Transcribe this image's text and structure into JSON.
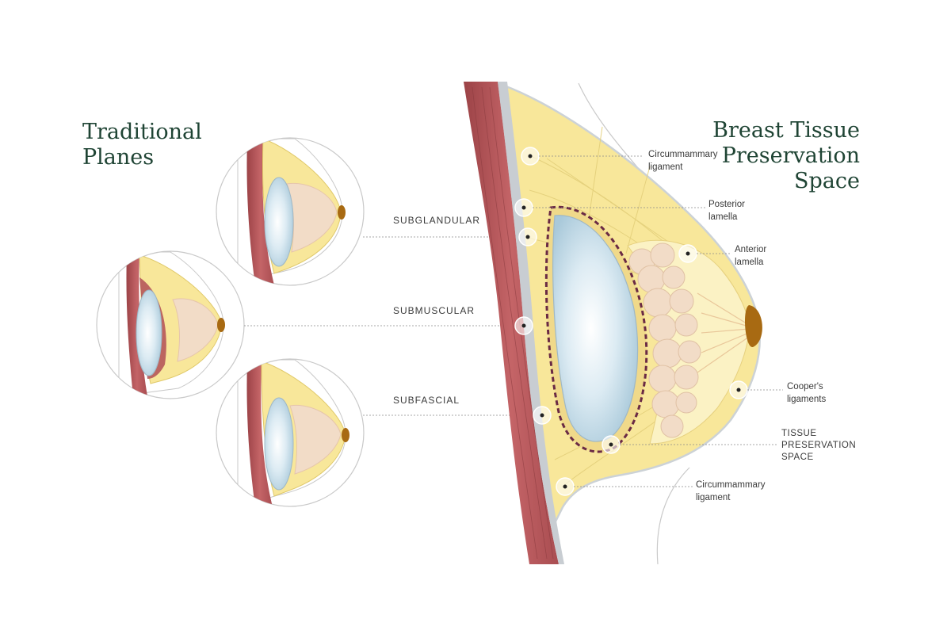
{
  "titles": {
    "left": [
      "Traditional",
      "Planes"
    ],
    "right": [
      "Breast Tissue",
      "Preservation",
      "Space"
    ]
  },
  "plane_labels": {
    "subglandular": "SUBGLANDULAR",
    "submuscular": "SUBMUSCULAR",
    "subfascial": "SUBFASCIAL"
  },
  "callouts": {
    "circummammary_top": [
      "Circummammary",
      "ligament"
    ],
    "posterior_lamella": [
      "Posterior",
      "lamella"
    ],
    "anterior_lamella": [
      "Anterior",
      "lamella"
    ],
    "coopers_ligaments": [
      "Cooper's",
      "ligaments"
    ],
    "tissue_preservation_space": [
      "TISSUE",
      "PRESERVATION",
      "SPACE"
    ],
    "circummammary_bottom": [
      "Circummammary",
      "ligament"
    ]
  },
  "colors": {
    "title": "#1f4434",
    "muscle": "#b5575a",
    "fascia": "#c8cdd2",
    "fat": "#f8e79a",
    "gland": "#f2dcc7",
    "implant": "#cfe4ee",
    "nipple": "#a86a12",
    "capsule": "#6a2a44",
    "leader": "#8a8a8a"
  }
}
